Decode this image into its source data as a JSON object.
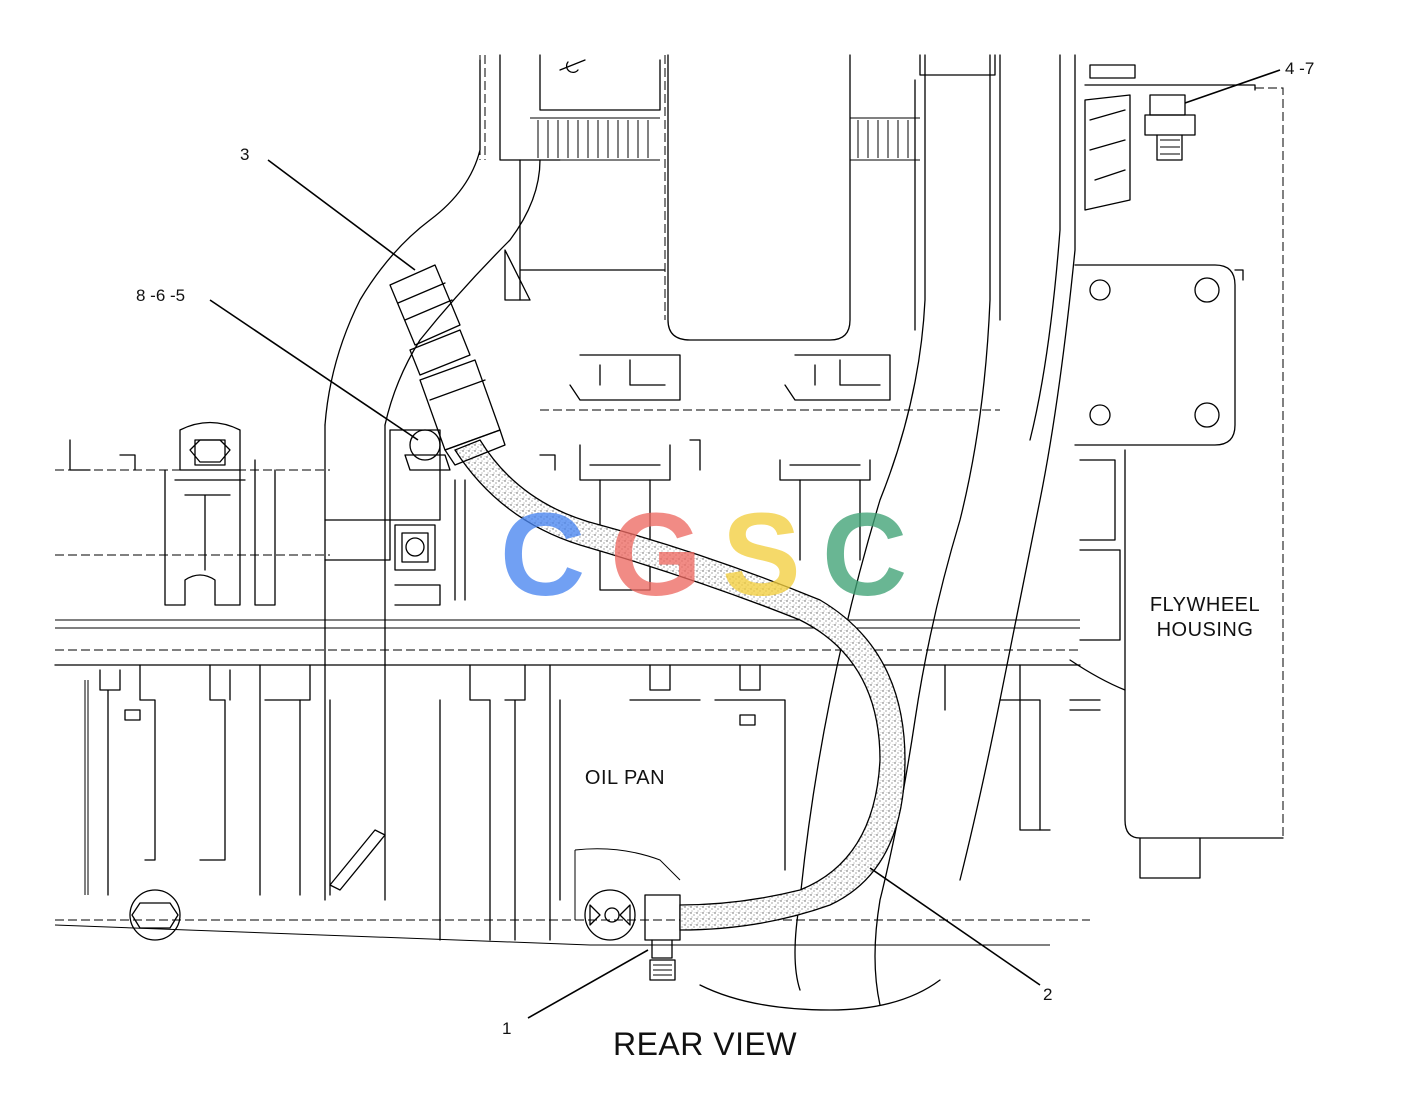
{
  "diagram": {
    "caption": "REAR VIEW",
    "callouts": {
      "c1": "1",
      "c2": "2",
      "c3": "3",
      "c47": "4 -7",
      "c865": "8 -6 -5"
    },
    "labels": {
      "flywheel_line1": "FLYWHEEL",
      "flywheel_line2": "HOUSING",
      "oil_pan": "OIL PAN"
    },
    "watermark": {
      "letters": [
        "C",
        "G",
        "S",
        "C"
      ],
      "colors": [
        "#4a86f0",
        "#ee6b63",
        "#f3cf3f",
        "#3fa275"
      ]
    }
  }
}
